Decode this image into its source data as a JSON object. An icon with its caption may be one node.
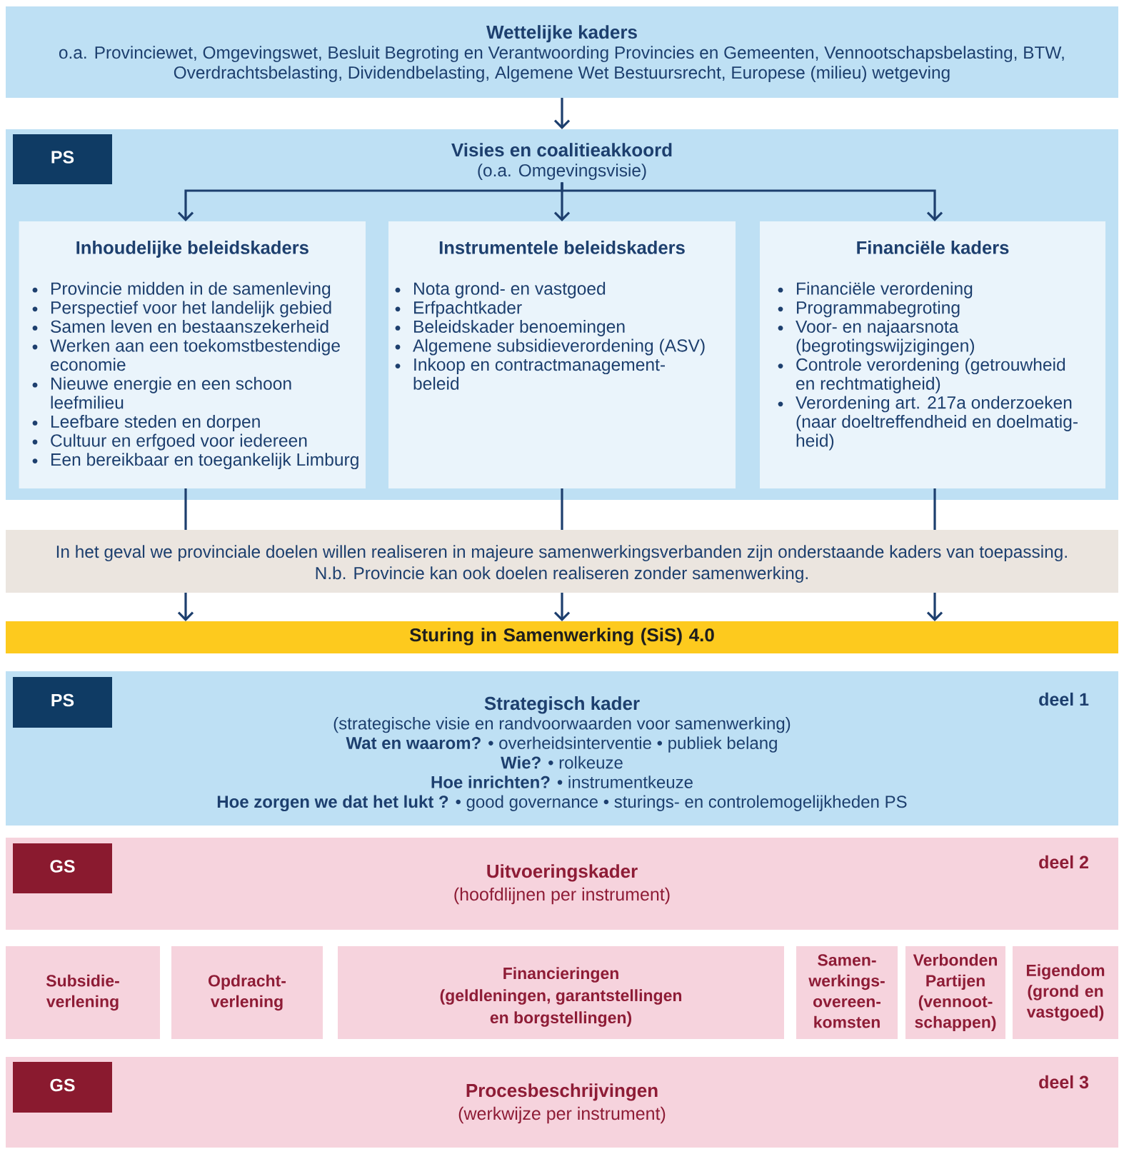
{
  "diagram": {
    "nodes": [
      {
        "text": [
          "Wettelijke kaders",
          "o.a. Provinciewet, Omgevingswet, Besluit Begroting en Verantwoording Provincies en Gemeenten, Vennootschapsbelasting, BTW, Overdrachtsbelasting, Dividendbelasting, Algemene Wet Bestuursrecht, Europese (milieu) wetgeving"
        ]
      },
      {
        "text": [],
        "shape": "box"
      },
      {
        "text": [
          "PS"
        ],
        "in": 1
      },
      {
        "text": [
          "Visies en coalitieakkoord",
          "(o.a. Omgevingsvisie)"
        ],
        "in": 1
      },
      {
        "text": [
          "Inhoudelijke beleidskaders",
          "Provincie midden in de samenleving",
          "Perspectief voor het landelijk gebied",
          "Samen leven en bestaanszekerheid",
          "Werken aan een toekomstbestendige economie",
          "Nieuwe energie en een schoon leefmilieu",
          "Leefbare steden en dorpen",
          "Cultuur en erfgoed voor iedereen",
          "Een bereikbaar en toegankelijk Limburg"
        ],
        "in": 1
      },
      {
        "text": [
          "Instrumentele beleidskaders",
          "Nota grond- en vastgoed",
          "Erfpachtkader",
          "Beleidskader benoemingen",
          "Algemene subsidieverordening (ASV)",
          "Inkoop en contractmanagement- beleid"
        ],
        "in": 1
      },
      {
        "text": [
          "Financiële kaders",
          "Financiële verordening",
          "Programmabegroting",
          "Voor- en najaarsnota (begrotingswijzigingen)",
          "Controle verordening (getrouwheid en rechtmatigheid)",
          "Verordening art. 217a onderzoeken (naar doeltreffendheid en doelmatig- heid)"
        ],
        "in": 1
      },
      {
        "text": [
          "In het geval we provinciale doelen willen realiseren in majeure samenwerkingsverbanden zijn onderstaande kaders van toepassing.",
          "N.b. Provincie kan ook doelen realiseren zonder samenwerking."
        ]
      },
      {
        "text": [
          "Sturing in Samenwerking (SiS) 4.0"
        ]
      },
      {
        "text": [
          "Strategisch kader",
          "(strategische visie en randvoorwaarden voor samenwerking)",
          "**Wat en waarom?** • overheidsinterventie • publiek belang",
          "**Wie?** • rolkeuze",
          "**Hoe inrichten?** • instrumentkeuze",
          "**Hoe zorgen we dat het lukt ?** • good governance • sturings- en controlemogelijkheden PS",
          "deel 1"
        ]
      },
      {
        "text": [
          "PS"
        ],
        "in": 9
      },
      {
        "text": [
          "Uitvoeringskader",
          "(hoofdlijnen per instrument)",
          "deel 2"
        ]
      },
      {
        "text": [
          "GS"
        ],
        "in": 11
      },
      {
        "text": [
          "Subsidie- verlening"
        ]
      },
      {
        "text": [
          "Opdracht- verlening"
        ]
      },
      {
        "text": [
          "Financieringen",
          "(geldleningen, garantstellingen en borgstellingen)"
        ]
      },
      {
        "text": [
          "Samen- werkings- overeen- komsten"
        ]
      },
      {
        "text": [
          "Verbonden Partijen (vennoot- schappen)"
        ]
      },
      {
        "text": [
          "Eigendom (grond en vastgoed)"
        ]
      },
      {
        "text": [
          "Procesbeschrijvingen",
          "(werkwijze per instrument)",
          "deel 3"
        ]
      },
      {
        "text": [
          "GS"
        ],
        "in": 19
      }
    ],
    "edges": [
      {
        "from": 0,
        "to": 1,
        "arrow": "to"
      },
      {
        "from": 3,
        "to": 4,
        "arrow": "to"
      },
      {
        "from": 3,
        "to": 5,
        "arrow": "to"
      },
      {
        "from": 3,
        "to": 6,
        "arrow": "to"
      },
      {
        "from": 4,
        "to": 7,
        "arrow": "none"
      },
      {
        "from": 5,
        "to": 7,
        "arrow": "none"
      },
      {
        "from": 6,
        "to": 7,
        "arrow": "none"
      },
      {
        "from": 7,
        "to": 8,
        "arrow": "to"
      },
      {
        "from": 7,
        "to": 8,
        "arrow": "to"
      },
      {
        "from": 7,
        "to": 8,
        "arrow": "to"
      }
    ]
  }
}
